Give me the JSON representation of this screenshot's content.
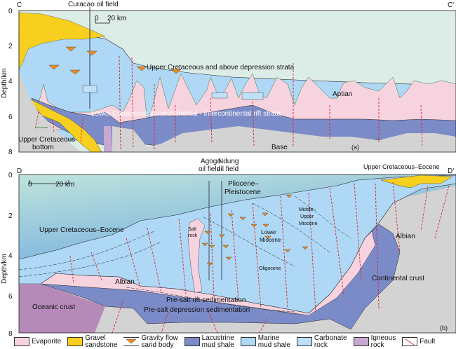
{
  "axis": {
    "ylabel": "Depth/km",
    "ticks": [
      "0",
      "2",
      "4",
      "6",
      "8"
    ]
  },
  "panel_a": {
    "left_end": "C",
    "right_end": "C'",
    "oil_field": "Curacao oil field",
    "scale": {
      "zero": "0",
      "length": "20 km"
    },
    "labels": {
      "upper": "Upper Cretaceous and above depression strata",
      "lower": "Lower Cretaceous intracontinental - intercontinental rift strata",
      "aptian": "Aptian",
      "base": "Base",
      "uc_bottom_1": "Upper Cretaceous",
      "uc_bottom_2": "bottom",
      "panel": "(a)"
    }
  },
  "panel_b": {
    "left_end": "D",
    "right_end": "D'",
    "agogo_1": "Agogo",
    "agogo_2": "oil field",
    "ndung_1": "Ndung",
    "ndung_2": "oil field",
    "scale": {
      "zero": "0",
      "length": "20 km"
    },
    "labels": {
      "plio_1": "Pliocene–",
      "plio_2": "Pleistocene",
      "uce_left": "Upper Cretaceous–Eocene",
      "uce_right": "Upper Cretaceous–Eocene",
      "salt_1": "Salt",
      "salt_2": "rock",
      "mid_1": "Middle–",
      "mid_2": "Upper",
      "mid_3": "Miocene",
      "low_1": "Lower",
      "low_2": "Miocene",
      "oligocene": "Oligocene",
      "albian_left": "Albian",
      "albian_right": "Albian",
      "presalt_dep": "Pre-salt depression sedimentation",
      "presalt_rift": "Pre-salt rift sedimentation",
      "oceanic": "Oceanic crust",
      "continental": "Continental crust",
      "panel": "(b)"
    }
  },
  "legend": [
    {
      "l1": "Evaporite",
      "l2": ""
    },
    {
      "l1": "Gravel",
      "l2": "sandstone"
    },
    {
      "l1": "Gravity flow",
      "l2": "sand body"
    },
    {
      "l1": "Lacustrine",
      "l2": "mud shale"
    },
    {
      "l1": "Marine",
      "l2": "mud shale"
    },
    {
      "l1": "Carbonate",
      "l2": "rock"
    },
    {
      "l1": "Igneous",
      "l2": "rock"
    },
    {
      "l1": "Fault",
      "l2": ""
    }
  ],
  "colors": {
    "evaporite": "#f6d3df",
    "gravel": "#f7cf1e",
    "lacustrine": "#7b8bc8",
    "marine": "#aed8f6",
    "carbonate": "#bfe0f8",
    "igneous": "#c7a8cf",
    "base": "#d3d3d3",
    "oceanic": "#b58ab8",
    "fault": "#e0202a"
  }
}
